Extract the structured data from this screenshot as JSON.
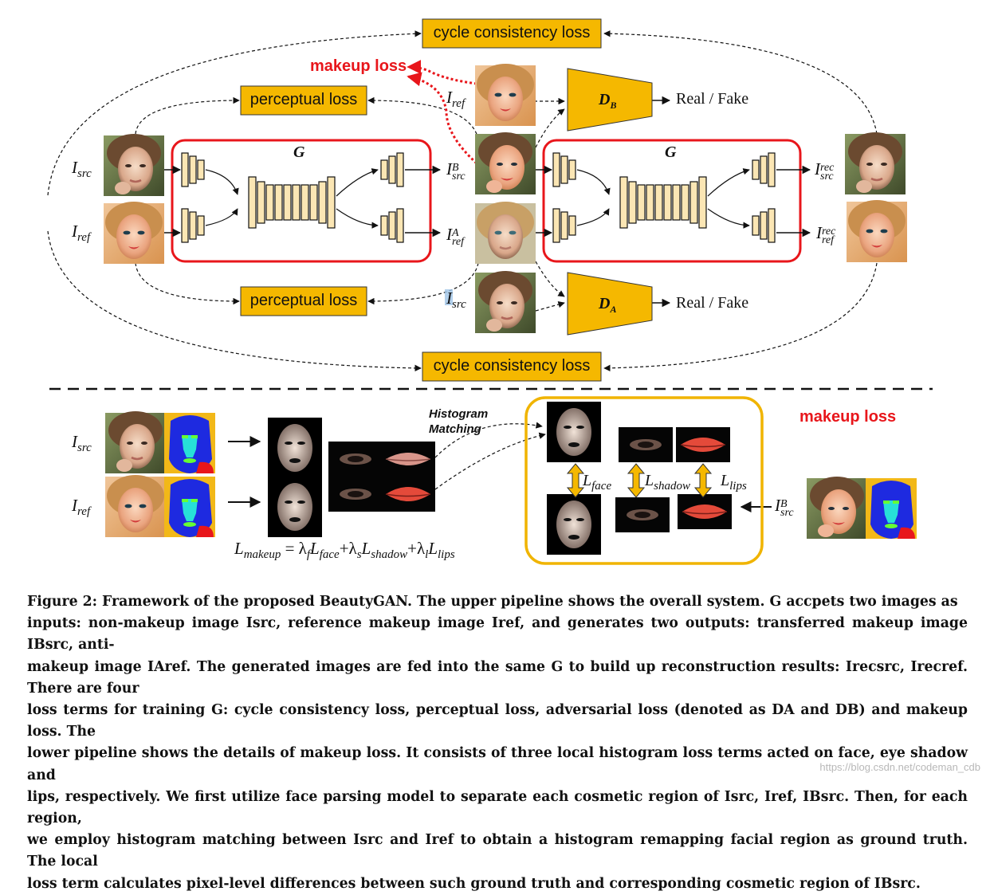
{
  "upper": {
    "cycle_loss_top": "cycle consistency loss",
    "cycle_loss_bottom": "cycle consistency loss",
    "perceptual_loss_top": "perceptual loss",
    "perceptual_loss_bottom": "perceptual loss",
    "makeup_loss": "makeup loss",
    "generator_label": "G",
    "disc_b": "D",
    "disc_b_sub": "B",
    "disc_a": "D",
    "disc_a_sub": "A",
    "real_fake": "Real / Fake",
    "i_src": {
      "base": "I",
      "sub": "src"
    },
    "i_ref": {
      "base": "I",
      "sub": "ref"
    },
    "i_src_b": {
      "base": "I",
      "sub": "src",
      "sup": "B"
    },
    "i_ref_a": {
      "base": "I",
      "sub": "ref",
      "sup": "A"
    },
    "i_src_rec": {
      "base": "I",
      "sub": "src",
      "sup": "rec"
    },
    "i_ref_rec": {
      "base": "I",
      "sub": "ref",
      "sup": "rec"
    }
  },
  "lower": {
    "makeup_loss": "makeup loss",
    "histogram_matching": [
      "Histogram",
      "Matching"
    ],
    "l_face": {
      "base": "L",
      "sub": "face"
    },
    "l_shadow": {
      "base": "L",
      "sub": "shadow"
    },
    "l_lips": {
      "base": "L",
      "sub": "lips"
    },
    "formula": {
      "lhs": "L",
      "lhs_sub": "makeup",
      "rhs": "= λ",
      "terms": [
        {
          "lam": "f",
          "L": "L",
          "sub": "face"
        },
        {
          "lam": "s",
          "L": "L",
          "sub": "shadow"
        },
        {
          "lam": "l",
          "L": "L",
          "sub": "lips"
        }
      ]
    }
  },
  "caption": {
    "lines": [
      "Figure 2: Framework of the proposed BeautyGAN. The upper pipeline shows the overall system. G accpets two images as",
      "inputs: non-makeup image Isrc, reference makeup image Iref, and generates two outputs: transferred makeup image IBsrc, anti-",
      "makeup image IAref. The generated images are fed into the same G to build up reconstruction results: Irecsrc, Irecref. There are four",
      "loss terms for training G: cycle consistency loss, perceptual loss, adversarial loss (denoted as DA and DB) and makeup loss. The",
      "lower pipeline shows the details of makeup loss. It consists of three local histogram loss terms acted on face, eye shadow and",
      "lips, respectively. We first utilize face parsing model to separate each cosmetic region of Isrc, Iref, IBsrc. Then, for each region,",
      "we employ histogram matching between Isrc and Iref to obtain a histogram remapping facial region as ground truth. The local",
      "loss term calculates pixel-level differences between such ground truth and corresponding cosmetic region of IBsrc."
    ]
  },
  "watermark": "https://blog.csdn.net/codeman_cdb",
  "colors": {
    "loss_box": "#f5b800",
    "generator_frame": "#e8161b",
    "makeup_loss_text": "#e8161b",
    "lower_frame": "#f0b400",
    "encoder_block": "#fbe6b4"
  }
}
